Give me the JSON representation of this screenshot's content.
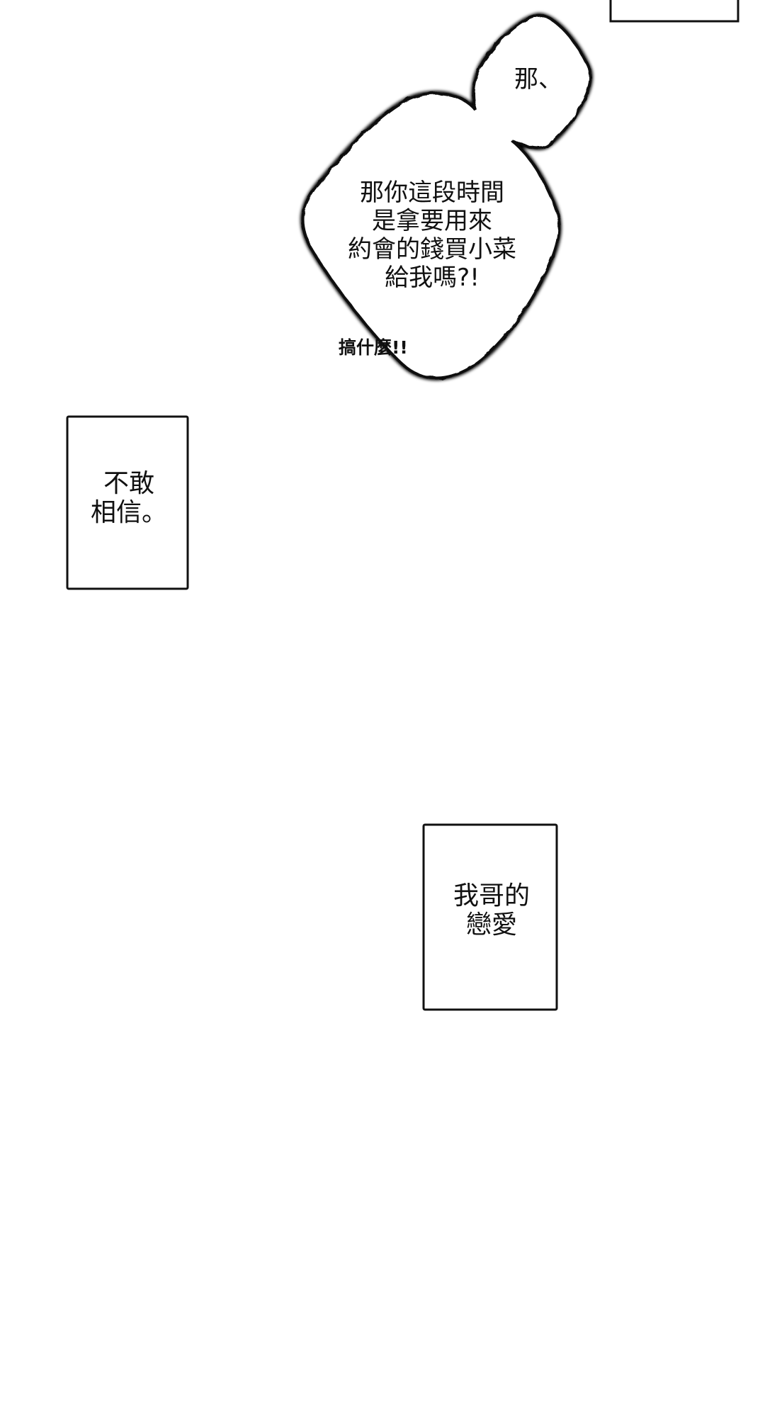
{
  "bubbles": {
    "small": "那、",
    "main": "那你這段時間\n是拿要用來\n約會的錢買小菜\n給我嗎?!",
    "shout": "搞什麼!!"
  },
  "captions": {
    "box1": "不敢\n相信。",
    "box2": "我哥的\n戀愛"
  }
}
